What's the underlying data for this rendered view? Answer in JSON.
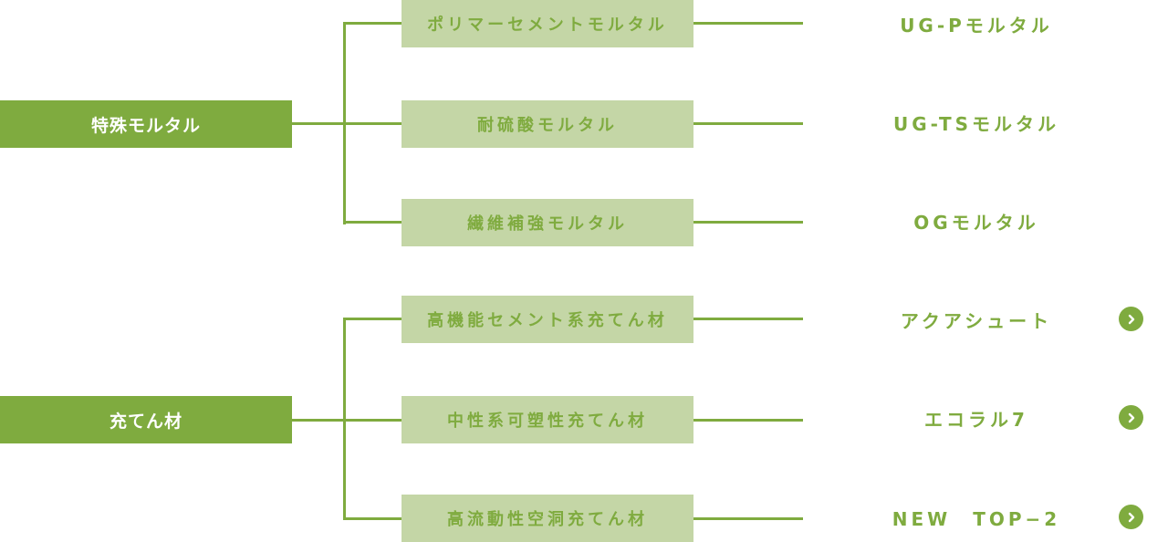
{
  "colors": {
    "accent": "#7fab3f",
    "sub_box": "#c4d6a6",
    "text_on_accent": "#ffffff"
  },
  "groups": [
    {
      "category": "特殊モルタル",
      "items": [
        {
          "type": "ポリマーセメントモルタル",
          "product": "UG-Pモルタル",
          "has_link": false
        },
        {
          "type": "耐硫酸モルタル",
          "product": "UG-TSモルタル",
          "has_link": false
        },
        {
          "type": "繊維補強モルタル",
          "product": "OGモルタル",
          "has_link": false
        }
      ]
    },
    {
      "category": "充てん材",
      "items": [
        {
          "type": "高機能セメント系充てん材",
          "product": "アクアシュート",
          "has_link": true,
          "link_icon": "chevron-right-circle-icon"
        },
        {
          "type": "中性系可塑性充てん材",
          "product": "エコラル7",
          "has_link": true,
          "link_icon": "chevron-right-circle-icon"
        },
        {
          "type": "高流動性空洞充てん材",
          "product": "NEW　TOP−2",
          "has_link": true,
          "link_icon": "chevron-right-circle-icon"
        }
      ]
    }
  ]
}
